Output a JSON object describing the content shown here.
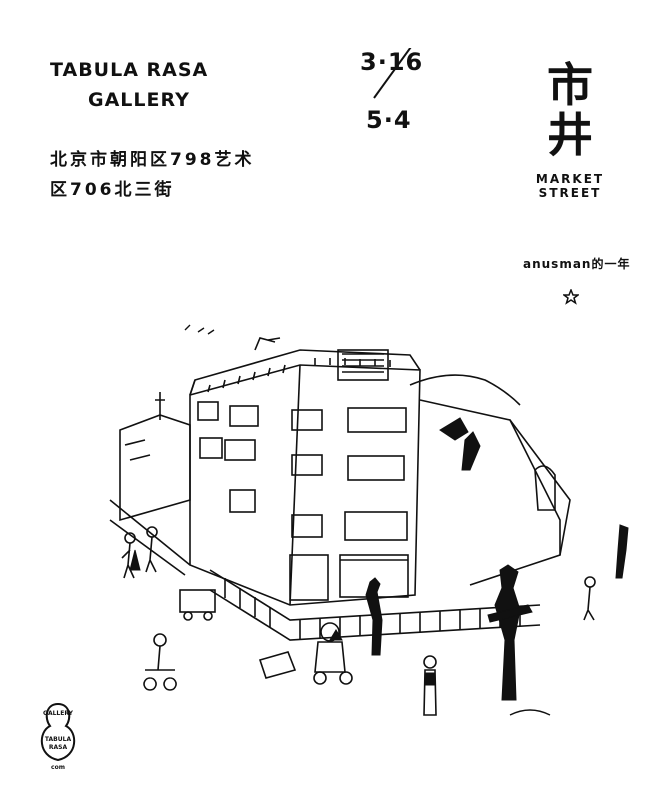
{
  "gallery": {
    "line1": "TABULA RASA",
    "line2": "GALLERY"
  },
  "address": {
    "line1": "北京市朝阳区798艺术",
    "line2": "区706北三街"
  },
  "dates": {
    "start": "3·16",
    "end": "5·4"
  },
  "exhibition": {
    "title_line1": "市",
    "title_line2": "井",
    "en_line1": "MARKET",
    "en_line2": "STREET"
  },
  "artist": {
    "credit": "anusman的一年"
  },
  "seal": {
    "line1": "GALLERY",
    "line2": "TABULA",
    "line3": "RASA",
    "line4": "com"
  },
  "icons": {
    "star": "star-icon",
    "illustration": "street-scene-illustration",
    "seal": "gallery-seal-logo"
  }
}
